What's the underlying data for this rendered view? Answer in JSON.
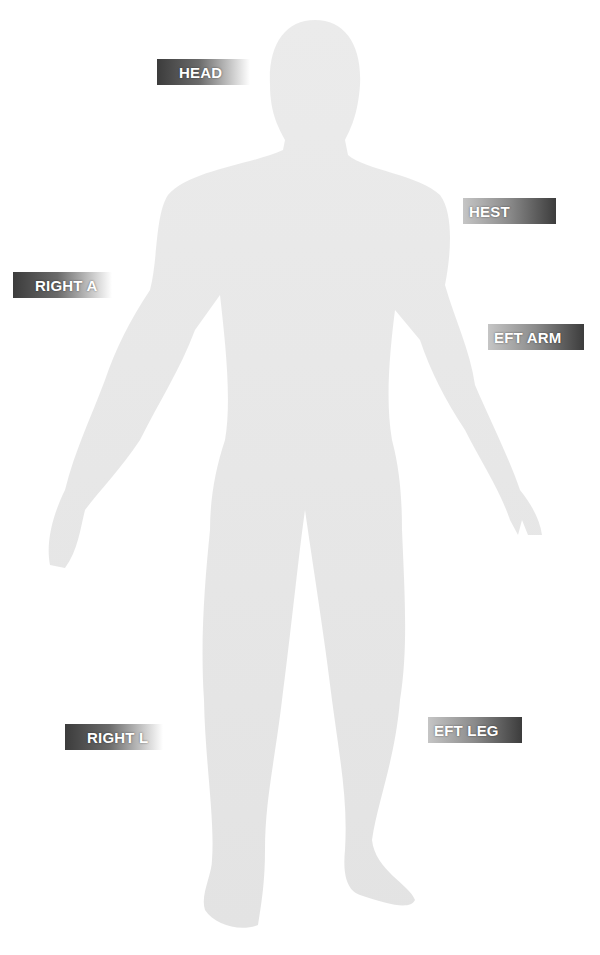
{
  "diagram": {
    "nodes": [
      {
        "text": [
          "HEAD"
        ]
      },
      {
        "text": [
          "HEST"
        ]
      },
      {
        "text": [
          "RIGHT A"
        ]
      },
      {
        "text": [
          "EFT ARM"
        ]
      },
      {
        "text": [
          "RIGHT L"
        ]
      },
      {
        "text": [
          "EFT LEG"
        ]
      }
    ]
  }
}
